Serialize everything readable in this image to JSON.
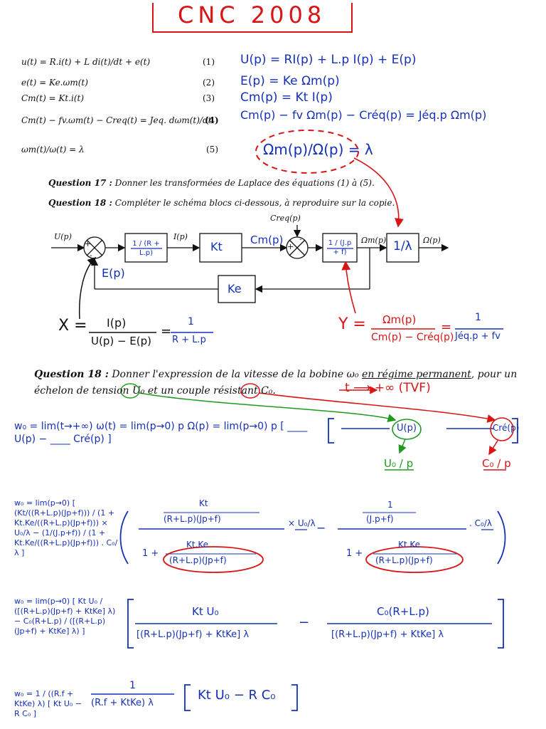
{
  "header": {
    "title": "CNC 2008"
  },
  "equations": [
    {
      "printed": "u(t) = R.i(t) + L di(t)/dt + e(t)",
      "number": "(1)",
      "answer": "U(p) = RI(p) + L.p I(p) + E(p)"
    },
    {
      "printed": "e(t) = Ke.ωm(t)",
      "number": "(2)",
      "answer": "E(p) = Ke Ωm(p)"
    },
    {
      "printed": "Cm(t) = Kt.i(t)",
      "number": "(3)",
      "answer": "Cm(p) = Kt I(p)"
    },
    {
      "printed": "Cm(t) − fv.ωm(t) − Creq(t) = Jeq. dωm(t)/dt",
      "number": "(4)",
      "answer": "Cm(p) − fv Ωm(p) − Créq(p) = Jéq.p Ωm(p)"
    },
    {
      "printed": "ωm(t)/ω(t) = λ",
      "number": "(5)",
      "answer": "Ωm(p)/Ω(p) = λ"
    }
  ],
  "questions": {
    "q17": {
      "label": "Question 17 :",
      "text": " Donner les transformées de Laplace des équations (1) à (5)."
    },
    "q18a": {
      "label": "Question 18 :",
      "text": " Compléter le schéma blocs ci-dessous, à reproduire sur la copie."
    },
    "q18b": {
      "label": "Question 18 :",
      "text_1": " Donner l'expression de la vitesse de la bobine ω₀ ",
      "underlined": "en régime permanent",
      "text_2": ", pour un",
      "line2_a": "échelon de tension ",
      "u0": "U₀",
      "line2_b": " et un couple résistant ",
      "c0": "C₀",
      "line2_c": "."
    }
  },
  "diagram": {
    "input": "U(p)",
    "sum1_plus": "+",
    "sum1_minus": "-",
    "block1": "1 / (R + L.p)",
    "current": "I(p)",
    "block_kt": "Kt",
    "cm": "Cm(p)",
    "creq": "Creq(p)",
    "sum2_plus": "+",
    "sum2_minus": "-",
    "block2": "1 / (J.p + f)",
    "omega_m": "Ωm(p)",
    "block_lambda": "1/λ",
    "output": "Ω(p)",
    "block_ke": "Ke",
    "feedback": "E(p)"
  },
  "annotations": {
    "x_eq": {
      "lhs": "X =",
      "num": "I(p)",
      "den": "U(p) − E(p)",
      "eq": "=",
      "rnum": "1",
      "rden": "R + L.p"
    },
    "y_eq": {
      "lhs": "Y =",
      "num": "Ωm(p)",
      "den": "Cm(p) − Créq(p)",
      "eq": "=",
      "rnum": "1",
      "rden": "Jéq.p + fv"
    },
    "tvf": "t ⟶ +∞ (TVF)",
    "u0_over_p": "U₀ / p",
    "c0_over_p": "C₀ / p"
  },
  "solution": {
    "line1": "w₀ = lim(t→+∞) ω(t) = lim(p→0) p Ω(p) = lim(p→0) p [ ____ U(p) − ____ Cré(p) ]",
    "line2": "w₀ = lim(p→0) [ (Kt/((R+L.p)(Jp+f))) / (1 + Kt.Ke/((R+L.p)(Jp+f))) × U₀/λ − (1/(J.p+f)) / (1 + Kt.Ke/((R+L.p)(Jp+f))) . C₀/λ ]",
    "line3": "w₀ = lim(p→0) [ Kt U₀ / ([(R+L.p)(Jp+f) + KtKe] λ) − C₀(R+L.p) / ([(R+L.p)(Jp+f) + KtKe] λ) ]",
    "line4": "w₀ = 1 / ((R.f + KtKe) λ) [ Kt U₀ − R C₀ ]"
  }
}
